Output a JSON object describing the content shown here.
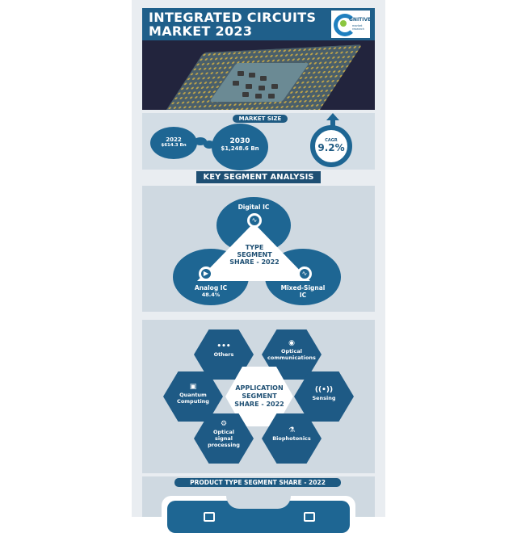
{
  "header": {
    "title_line1": "INTEGRATED CIRCUITS",
    "title_line2": "MARKET 2023",
    "logo": {
      "text": "GNITIVE",
      "subtext": "market research",
      "icon": "cognitive-c-logo"
    }
  },
  "market_size": {
    "label": "MARKET SIZE",
    "y2022": {
      "year": "2022",
      "value": "$614.3 Bn"
    },
    "y2030": {
      "year": "2030",
      "value": "$1,248.6 Bn"
    },
    "cagr": {
      "label": "CAGR",
      "value": "9.2%"
    }
  },
  "key_segment": {
    "title": "KEY SEGMENT ANALYSIS"
  },
  "type_segment": {
    "center": "TYPE SEGMENT SHARE - 2022",
    "center_l1": "TYPE",
    "center_l2": "SEGMENT",
    "center_l3": "SHARE - 2022",
    "items": [
      {
        "label": "Digital IC",
        "value": "",
        "icon": "wave-icon"
      },
      {
        "label": "Analog IC",
        "value": "48.4%",
        "icon": "play-icon"
      },
      {
        "label": "Mixed-Signal",
        "label2": "IC",
        "value": "",
        "icon": "wave-icon"
      }
    ]
  },
  "application_segment": {
    "center_l1": "APPLICATION",
    "center_l2": "SEGMENT",
    "center_l3": "SHARE - 2022",
    "items": [
      {
        "label": "Others",
        "l2": "",
        "l3": "",
        "icon": "dots-icon",
        "glyph": "•••"
      },
      {
        "label": "Optical",
        "l2": "communications",
        "l3": "",
        "icon": "router-icon",
        "glyph": "◉"
      },
      {
        "label": "Quantum",
        "l2": "Computing",
        "l3": "",
        "icon": "chip-icon",
        "glyph": "▣"
      },
      {
        "label": "Sensing",
        "l2": "",
        "l3": "",
        "icon": "signal-icon",
        "glyph": "((•))"
      },
      {
        "label": "Optical",
        "l2": "signal",
        "l3": "processing",
        "icon": "processor-icon",
        "glyph": "⚙"
      },
      {
        "label": "Biophotonics",
        "l2": "",
        "l3": "",
        "icon": "microscope-icon",
        "glyph": "⚗"
      }
    ]
  },
  "product_segment": {
    "title": "PRODUCT TYPE SEGMENT SHARE - 2022"
  },
  "colors": {
    "primary": "#1e6693",
    "dark": "#1e4f73",
    "card_bg": "#cfd9e1",
    "page_bg": "#e9edf1"
  }
}
